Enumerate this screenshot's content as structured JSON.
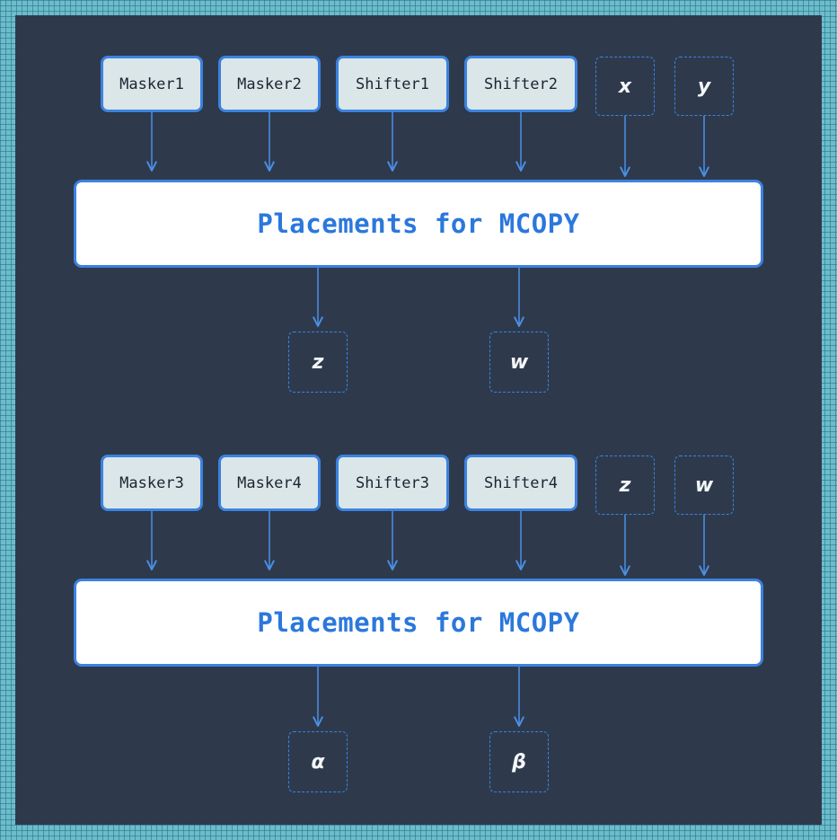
{
  "colors": {
    "background": "#2e3a4c",
    "accent": "#3b82e0",
    "input_fill": "#dbe6e9",
    "process_fill": "#ffffff",
    "process_text": "#2b78dc"
  },
  "stages": [
    {
      "inputs": [
        "Masker1",
        "Masker2",
        "Shifter1",
        "Shifter2"
      ],
      "vars_in": [
        "x",
        "y"
      ],
      "process": "Placements for MCOPY",
      "vars_out": [
        "z",
        "w"
      ]
    },
    {
      "inputs": [
        "Masker3",
        "Masker4",
        "Shifter3",
        "Shifter4"
      ],
      "vars_in": [
        "z",
        "w"
      ],
      "process": "Placements for MCOPY",
      "vars_out": [
        "α",
        "β"
      ]
    }
  ]
}
